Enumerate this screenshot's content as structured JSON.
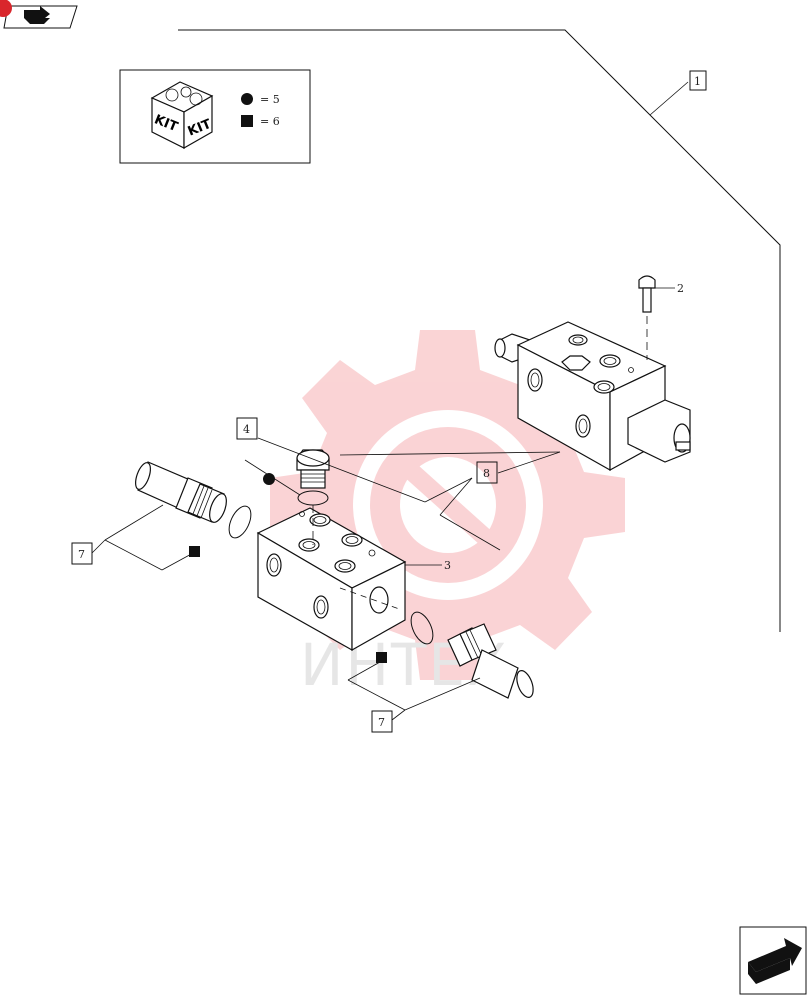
{
  "kit_legend": {
    "kit_text": "KIT",
    "items": [
      {
        "symbol": "circle",
        "text": "= 5"
      },
      {
        "symbol": "square",
        "text": "= 6"
      }
    ]
  },
  "callouts": [
    {
      "id": "callout-1",
      "label": "1"
    },
    {
      "id": "callout-2",
      "label": "2"
    },
    {
      "id": "callout-3",
      "label": "3"
    },
    {
      "id": "callout-4",
      "label": "4"
    },
    {
      "id": "callout-7a",
      "label": "7"
    },
    {
      "id": "callout-7b",
      "label": "7"
    },
    {
      "id": "callout-8",
      "label": "8"
    }
  ],
  "watermark": {
    "text": "ИНТЕХ",
    "color": "#e8434a"
  },
  "colors": {
    "line": "#111111",
    "badge": "#d9262c",
    "watermark": "#f4b4b6"
  },
  "icons": {
    "top_left_nav": "back-arrow-icon",
    "bottom_right_nav": "next-arrow-icon"
  }
}
